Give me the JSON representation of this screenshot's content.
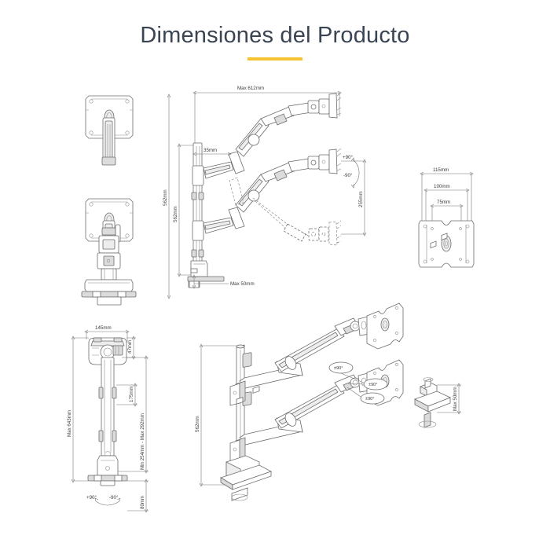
{
  "page": {
    "title": "Dimensiones del Producto",
    "background_color": "#ffffff",
    "title_color": "#3a4452",
    "accent_color": "#f5c431",
    "line_color": "#6d6d6d"
  },
  "views": {
    "front_view": {
      "name": "front-view-dual-monitor-mount",
      "labels": {
        "height": "562mm"
      }
    },
    "side_view": {
      "name": "side-view-dual-monitor-mount",
      "labels": {
        "max_reach": "Max 612mm",
        "offset": "35mm",
        "pole_height": "562mm",
        "desk_thickness": "Max 50mm",
        "tilt_up": "+90°",
        "tilt_down": "-90°",
        "travel": "255mm"
      }
    },
    "vesa_plate": {
      "name": "vesa-mounting-plate",
      "labels": {
        "outer_width": "115mm",
        "vesa_100": "100mm",
        "vesa_75": "75mm"
      }
    },
    "top_view": {
      "name": "top-view-pole-and-base",
      "labels": {
        "head_width": "145mm",
        "head_depth": "47mm",
        "segment": "175mm",
        "max_height": "Max 643mm",
        "range": "Min 254mm - Max 292mm",
        "rotate_left": "+90°",
        "rotate_right": "-90°",
        "base_height": "80mm"
      }
    },
    "iso_view": {
      "name": "isometric-view-dual-monitor-mount",
      "labels": {
        "pole_height": "562mm",
        "swivel_top": "±90°",
        "swivel_mid": "±90°",
        "swivel_bottom": "±90°"
      }
    },
    "clamp_detail": {
      "name": "desk-clamp-detail",
      "labels": {
        "clamp_range": "Max 50mm"
      }
    }
  }
}
